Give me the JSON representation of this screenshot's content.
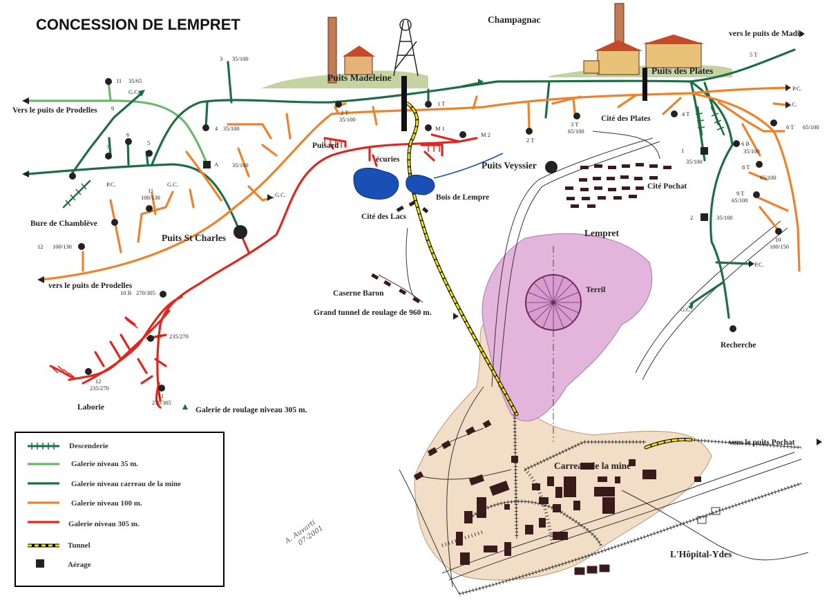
{
  "title": "CONCESSION DE LEMPRET",
  "colors": {
    "green_dark": "#1e6e43",
    "green_light": "#6ab76a",
    "orange": "#f0802a",
    "red": "#e2261d",
    "yellow": "#f2e600",
    "lake": "#1a4fb5",
    "terril": "#e3b4dc",
    "carreau": "#f2ddc6",
    "node": "#222222"
  },
  "places": {
    "champagnac": "Champagnac",
    "madic": "vers le puits de Madic",
    "puits_madeleine": "Puits Madeleine",
    "puits_plates": "Puits des Plates",
    "vers_prodelles_top": "Vers le puits de Prodelles",
    "vers_prodelles_bottom": "vers le puits de Prodelles",
    "bure_chambleve": "Bure de Chamblève",
    "puits_st_charles": "Puits St Charles",
    "puisard": "Puisard",
    "ecuries": "écuries",
    "puits_veyssier": "Puits Veyssier",
    "bois_lempre": "Bois de Lempre",
    "cite_lacs": "Cité des Lacs",
    "cite_plates": "Cité des Plates",
    "cite_pochat": "Cité Pochat",
    "lempret": "Lempret",
    "terril": "Terril",
    "caserne_baron": "Caserne Baron",
    "grand_tunnel": "Grand tunnel de roulage de 960 m.",
    "recherche": "Recherche",
    "laborie": "Laborie",
    "galerie_305": "Galerie de roulage niveau 305 m.",
    "carreau": "Carreau de la mine",
    "vers_pochat": "vers le puits Pochat",
    "hopital": "L'Hôpital-Ydes"
  },
  "shaft_labels": {
    "n11a": "11",
    "n11a_d": "35/65",
    "gc1": "G.C.",
    "n9": "9",
    "n3": "3",
    "n3_d": "35/100",
    "n4": "4",
    "n4_d": "35/100",
    "n6": "6",
    "n5": "5",
    "n7": "7",
    "na": "A",
    "na_d": "35/100",
    "pc1": "P.C.",
    "n11b": "11",
    "n11b_d": "100/130",
    "gc2": "G.C.",
    "gc3": "G.C.",
    "n12a": "12",
    "n12a_d": "100/130",
    "n2t": "2 T",
    "n2t_d": "35/100",
    "n1t": "1 T",
    "m1": "M 1",
    "m2": "M 2",
    "n2tb": "2 T",
    "n3t": "3 T",
    "n3t_d": "65/100",
    "n4t": "4 T",
    "n5t": "5 T",
    "pc2": "P.C.",
    "gc4": "G.C.",
    "n6t": "6 T",
    "n6t_d": "65/100",
    "n1": "1",
    "n1_d": "35/100",
    "n6b": "6 B",
    "n6b_d": "35/100",
    "n8t": "8 T",
    "n8t_d": "65/100",
    "n9t": "9 T",
    "n9t_d": "65/100",
    "n2": "2",
    "n2_d": "35/100",
    "n10": "10",
    "n10_d": "100/150",
    "pc3": "P.C.",
    "gc5": "G.C.",
    "n10b": "10 B",
    "n10b_d": "270/305",
    "n11c": "11",
    "n11c_d": "235/270",
    "n12b": "12",
    "n12b_d": "235/270",
    "n11d": "11",
    "n11d_d": "270/305"
  },
  "legend": {
    "items": [
      {
        "label": "Descenderie"
      },
      {
        "label": "Galerie niveau 35 m."
      },
      {
        "label": "Galerie niveau carreau de la mine"
      },
      {
        "label": "Galerie niveau 100 m."
      },
      {
        "label": "Galerie niveau 305 m."
      },
      {
        "label": "Tunnel"
      },
      {
        "label": "Aérage"
      }
    ]
  },
  "signature": {
    "name": "A. Auvarti",
    "date": "07-2001"
  }
}
